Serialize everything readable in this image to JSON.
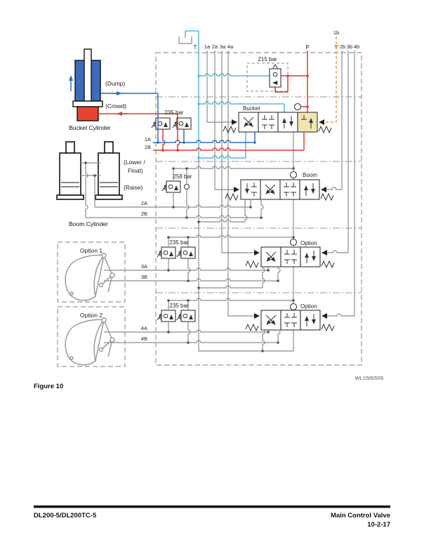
{
  "page": {
    "figure_label": "Figure 10",
    "drawing_code": "WL1500509",
    "footer": {
      "model": "DL200-5/DL200TC-5",
      "title": "Main Control Valve",
      "page_number": "10-2-17"
    }
  },
  "schematic": {
    "ports": {
      "tank": "T",
      "pump": "P",
      "pilot_a": [
        "1a",
        "2a",
        "3a",
        "4a"
      ],
      "pilot_b": [
        "1b",
        "2b",
        "3b",
        "4b"
      ],
      "work": [
        "1A",
        "1B",
        "2A",
        "2B",
        "3A",
        "3B",
        "4A",
        "4B"
      ]
    },
    "relief_valves": {
      "main": "215 bar",
      "bucket_ports": "235 bar",
      "boom_port": "258 bar",
      "option1_ports": "235 bar",
      "option2_ports": "235 bar"
    },
    "valve_sections": {
      "bucket": "Bucket",
      "boom": "Boom",
      "option1": "Option",
      "option2": "Option"
    },
    "actuators": {
      "bucket_cylinder": {
        "label": "Bucket Cylinder",
        "dump": "(Dump)",
        "crowd": "(Crowd)"
      },
      "boom_cylinder": {
        "label": "Boom Cylinder",
        "lower_float_line1": "(Lower /",
        "lower_float_line2": "Float)",
        "raise": "(Raise)"
      },
      "option1": {
        "label": "Option 1"
      },
      "option2": {
        "label": "Option 2"
      }
    },
    "colors": {
      "pilot_tank_line": "#5ab6e4",
      "pressure_line": "#e03a2a",
      "work_line_blue": "#2e6fc0",
      "pilot_1b_line": "#f09a4c",
      "gray_line": "#8c8c8c",
      "section_highlight": "#f1e5ad",
      "cylinder_blue": "#3b6cbe",
      "cylinder_red": "#e8432e"
    }
  }
}
